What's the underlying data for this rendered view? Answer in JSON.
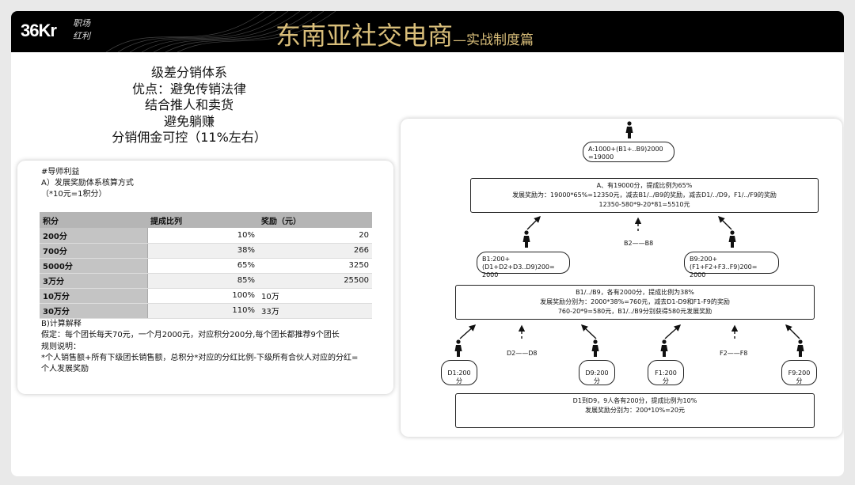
{
  "header": {
    "logo": "36Kr",
    "logo_sub": [
      "职场",
      "红利"
    ],
    "title": "东南亚社交电商",
    "subtitle": "—实战制度篇"
  },
  "summary": [
    "级差分销体系",
    "优点：避免传销法律",
    "结合推人和卖货",
    "避免躺赚",
    "分销佣金可控（11%左右）"
  ],
  "left_card": {
    "heading": "#导师利益",
    "section_a": "A）发展奖励体系核算方式",
    "note": "（*10元=1积分）",
    "table": {
      "headers": [
        "积分",
        "提成比列",
        "奖励（元）"
      ],
      "rows": [
        [
          "200分",
          "10%",
          "20"
        ],
        [
          "700分",
          "38%",
          "266"
        ],
        [
          "5000分",
          "65%",
          "3250"
        ],
        [
          "3万分",
          "85%",
          "25500"
        ],
        [
          "10万分",
          "100%",
          "10万"
        ],
        [
          "30万分",
          "110%",
          "33万"
        ]
      ]
    },
    "section_b": "B)计算解释",
    "assumption": "假定：每个团长每天70元，一个月2000元，对应积分200分,每个团长都推荐9个团长",
    "rules_label": "规则说明：",
    "rule": "*个人销售额+所有下级团长销售额，总积分*对应的分红比例-下级所有合伙人对应的分红=",
    "rule2": "个人发展奖励"
  },
  "diagram": {
    "a_node": [
      "A:1000+(B1+..B9)2000",
      "=19000"
    ],
    "a_box": [
      "A、有19000分，提成比例为65%",
      "发展奖励为：19000*65%=12350元，减去B1/../B9的奖励，减去D1/../D9，F1/../F9的奖励",
      "12350-580*9-20*81=5510元"
    ],
    "b1_node": [
      "B1:200+(D1+D2+D3..D9)200=",
      "2000"
    ],
    "b9_node": [
      "B9:200+(F1+F2+F3..F9)200=",
      "2000"
    ],
    "b_mid": "B2——B8",
    "b_box": [
      "B1/../B9，各有2000分，提成比例为38%",
      "发展奖励分别为：2000*38%=760元，减去D1-D9和F1-F9的奖励",
      "760-20*9=580元，B1/../B9分别获得580元发展奖励"
    ],
    "d_nodes": [
      "D1:200分",
      "D9:200分",
      "F1:200分",
      "F9:200分"
    ],
    "d_mid": "D2——D8",
    "f_mid": "F2——F8",
    "d_box": [
      "D1到D9，9人各有200分，提成比例为10%",
      "发展奖励分别为：200*10%=20元"
    ]
  }
}
